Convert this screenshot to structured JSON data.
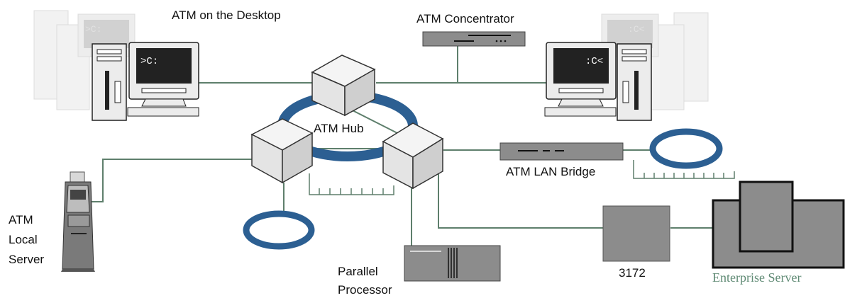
{
  "labels": {
    "atm_desktop": "ATM on the Desktop",
    "atm_concentrator": "ATM Concentrator",
    "atm_hub": "ATM Hub",
    "atm_lan_bridge": "ATM LAN Bridge",
    "atm_local_server_line1": "ATM",
    "atm_local_server_line2": "Local",
    "atm_local_server_line3": "Server",
    "parallel_processor_line1": "Parallel",
    "parallel_processor_line2": "Processor",
    "device_3172": "3172",
    "enterprise_server": "Enterprise Server"
  },
  "screens": {
    "left_prompt": ">C:",
    "right_prompt": ":C<",
    "left_ghost_prompt": ">C:",
    "right_ghost_prompt": ":C<"
  },
  "colors": {
    "ring": "#2c5f92",
    "connector": "#5e7f6c",
    "device_gray": "#8c8c8c",
    "enterprise_label": "#5f8a74"
  }
}
